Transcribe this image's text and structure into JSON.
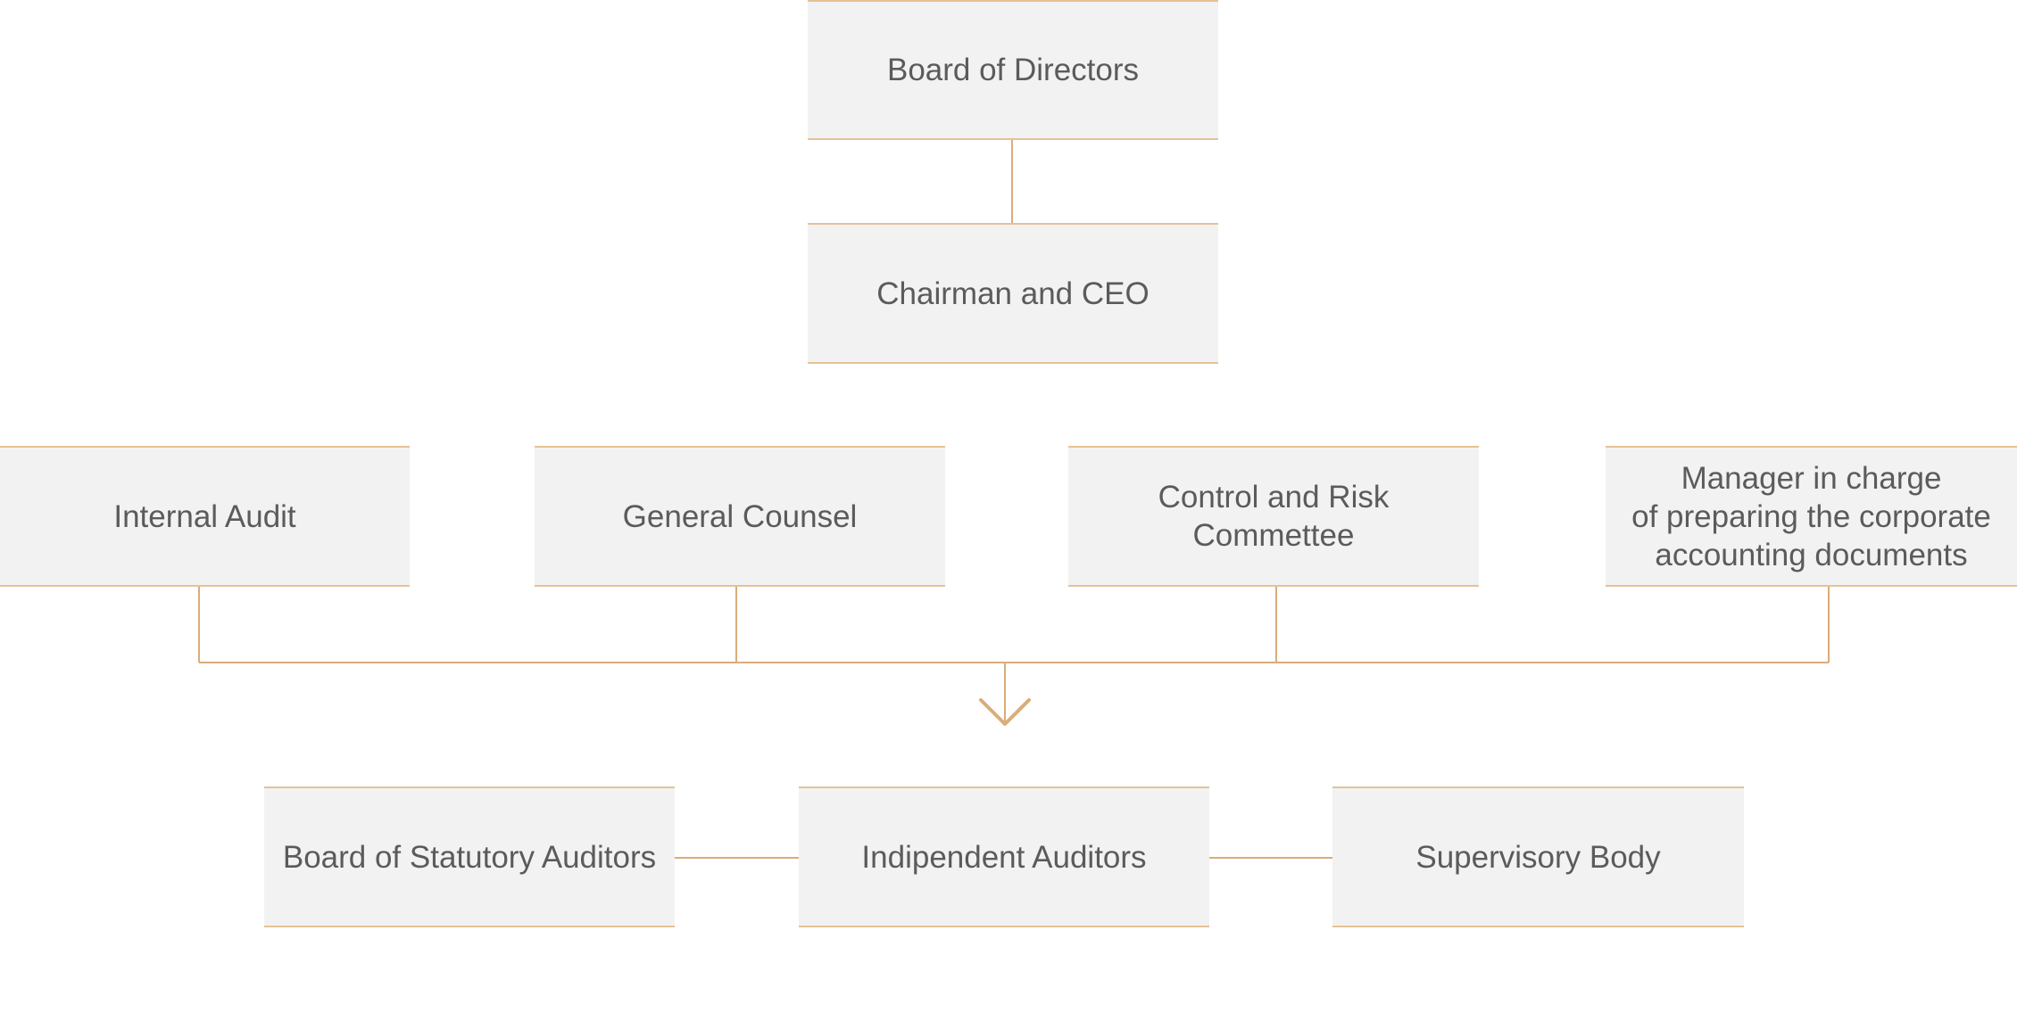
{
  "org_chart": {
    "board_of_directors": "Board of Directors",
    "chairman_ceo": "Chairman and CEO",
    "internal_audit": "Internal Audit",
    "general_counsel": "General Counsel",
    "control_risk_committee": "Control and Risk\nCommettee",
    "manager_accounting": "Manager in charge\nof preparing the corporate\naccounting documents",
    "board_statutory_auditors": "Board of Statutory Auditors",
    "independent_auditors": "Indipendent Auditors",
    "supervisory_body": "Supervisory Body"
  },
  "colors": {
    "box_fill": "#f2f2f2",
    "border_accent": "#e6c197",
    "connector": "#d9ad7a",
    "text": "#5b5b5b"
  }
}
